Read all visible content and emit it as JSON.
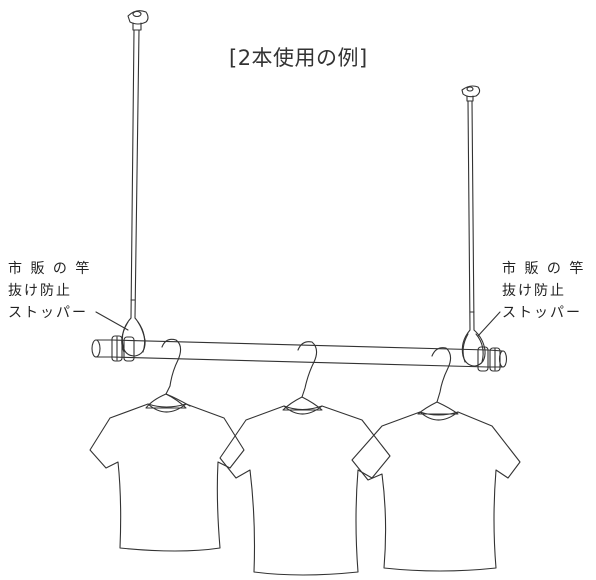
{
  "title": "[2本使用の例]",
  "left_label": {
    "lines": [
      "市 販 の 竿",
      "抜け防止",
      "ストッパー"
    ]
  },
  "right_label": {
    "lines": [
      "市 販 の 竿",
      "抜け防止",
      "ストッパー"
    ]
  }
}
